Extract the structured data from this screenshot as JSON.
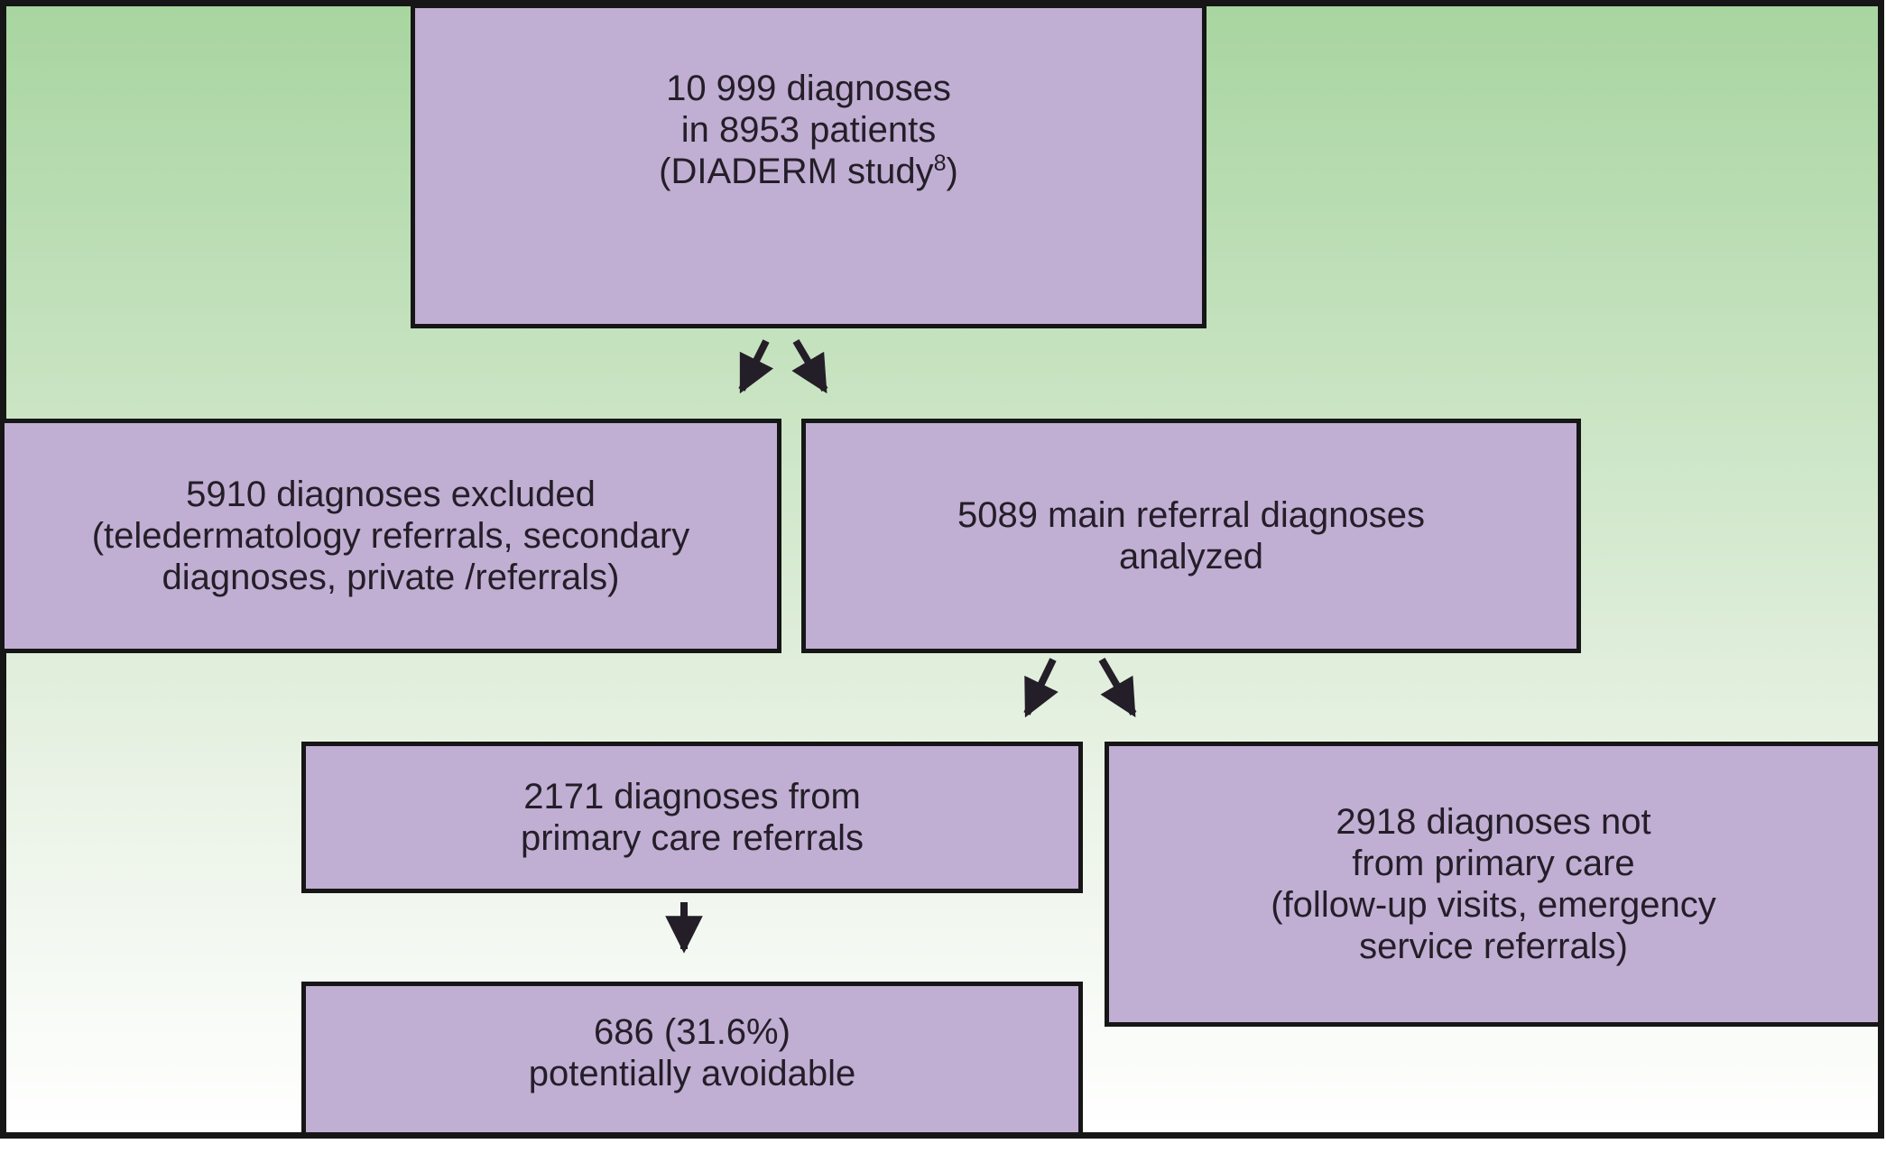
{
  "colors": {
    "background_top": "#a8d5a0",
    "background_mid1": "#c9e4c3",
    "background_mid2": "#e9f2e5",
    "background_bottom": "#ffffff",
    "box_fill": "#c0aed3",
    "box_border": "#161616",
    "outer_border": "#161616",
    "text": "#241e28",
    "arrow": "#241e28"
  },
  "nodes": {
    "total": {
      "line1": "10 999 diagnoses",
      "line2": "in 8953 patients",
      "line3_pre": "(DIADERM study",
      "line3_sup": "8",
      "line3_post": ")"
    },
    "excluded": {
      "line1": "5910 diagnoses excluded",
      "line2": "(teledermatology referrals, secondary",
      "line3": "diagnoses, private /referrals)"
    },
    "analyzed": {
      "line1": "5089 main referral diagnoses",
      "line2": "analyzed"
    },
    "primary_care": {
      "line1": "2171 diagnoses from",
      "line2": "primary care referrals"
    },
    "not_primary_care": {
      "line1": "2918 diagnoses not",
      "line2": "from primary care",
      "line3": "(follow-up visits, emergency",
      "line4": "service referrals)"
    },
    "avoidable": {
      "line1": "686 (31.6%)",
      "line2": "potentially avoidable"
    }
  }
}
